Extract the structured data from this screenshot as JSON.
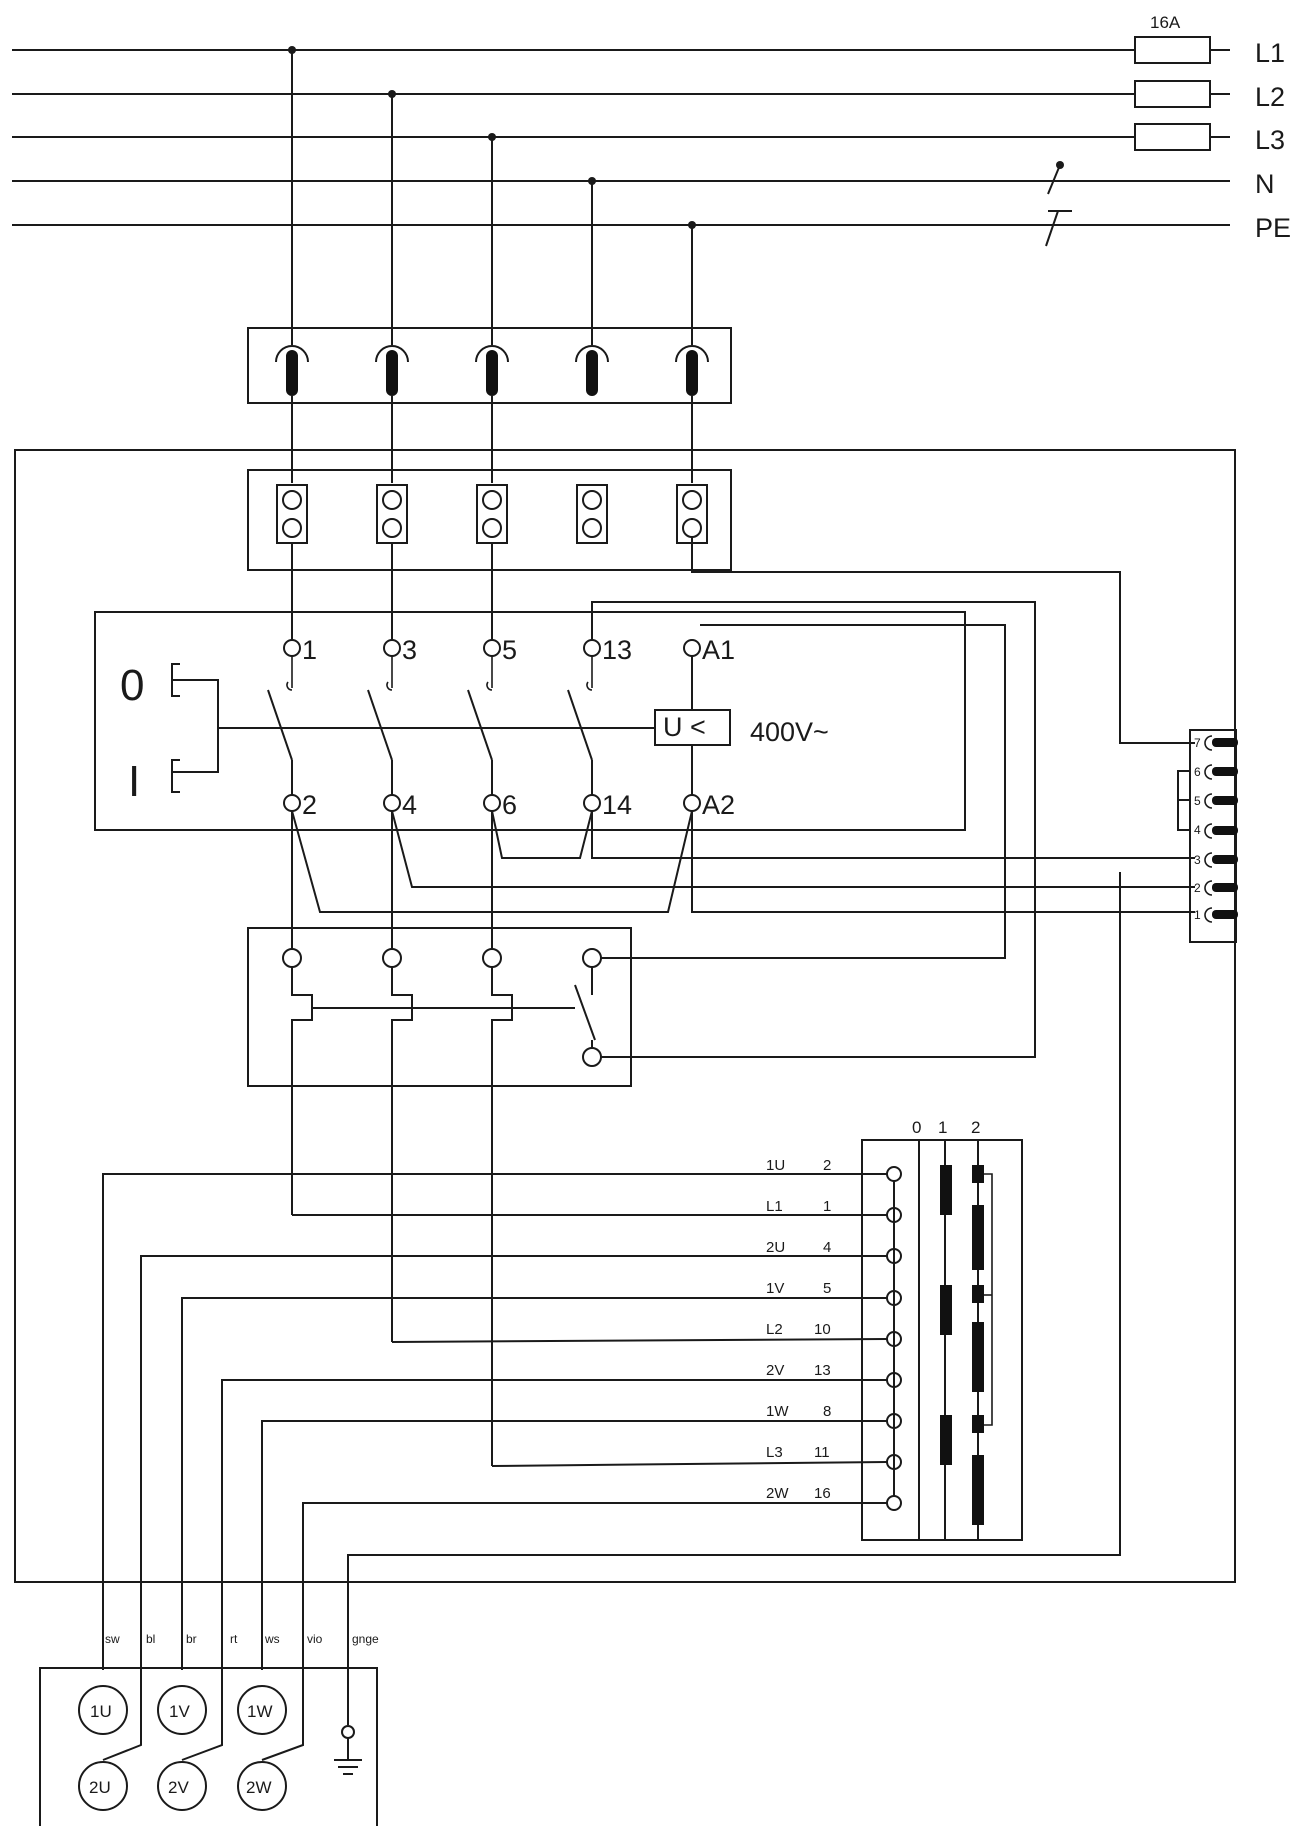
{
  "supply": {
    "fuse_rating": "16A",
    "lines": [
      "L1",
      "L2",
      "L3",
      "N",
      "PE"
    ]
  },
  "contactor": {
    "terminals_top": [
      "1",
      "3",
      "5",
      "13",
      "A1"
    ],
    "terminals_bottom": [
      "2",
      "4",
      "6",
      "14",
      "A2"
    ],
    "undervoltage_label": "U <",
    "voltage": "400V~",
    "pos_off": "0",
    "pos_on": "I"
  },
  "connector": {
    "pins": [
      "7",
      "6",
      "5",
      "4",
      "3",
      "2",
      "1"
    ]
  },
  "selector_switch": {
    "positions": [
      "0",
      "1",
      "2"
    ],
    "rows": [
      {
        "name": "1U",
        "num": "2"
      },
      {
        "name": "L1",
        "num": "1"
      },
      {
        "name": "2U",
        "num": "4"
      },
      {
        "name": "1V",
        "num": "5"
      },
      {
        "name": "L2",
        "num": "10"
      },
      {
        "name": "2V",
        "num": "13"
      },
      {
        "name": "1W",
        "num": "8"
      },
      {
        "name": "L3",
        "num": "11"
      },
      {
        "name": "2W",
        "num": "16"
      }
    ]
  },
  "motor": {
    "wire_colors": [
      "sw",
      "bl",
      "br",
      "rt",
      "ws",
      "vio",
      "gnge"
    ],
    "windings_top": [
      "1U",
      "1V",
      "1W"
    ],
    "windings_bottom": [
      "2U",
      "2V",
      "2W"
    ]
  }
}
